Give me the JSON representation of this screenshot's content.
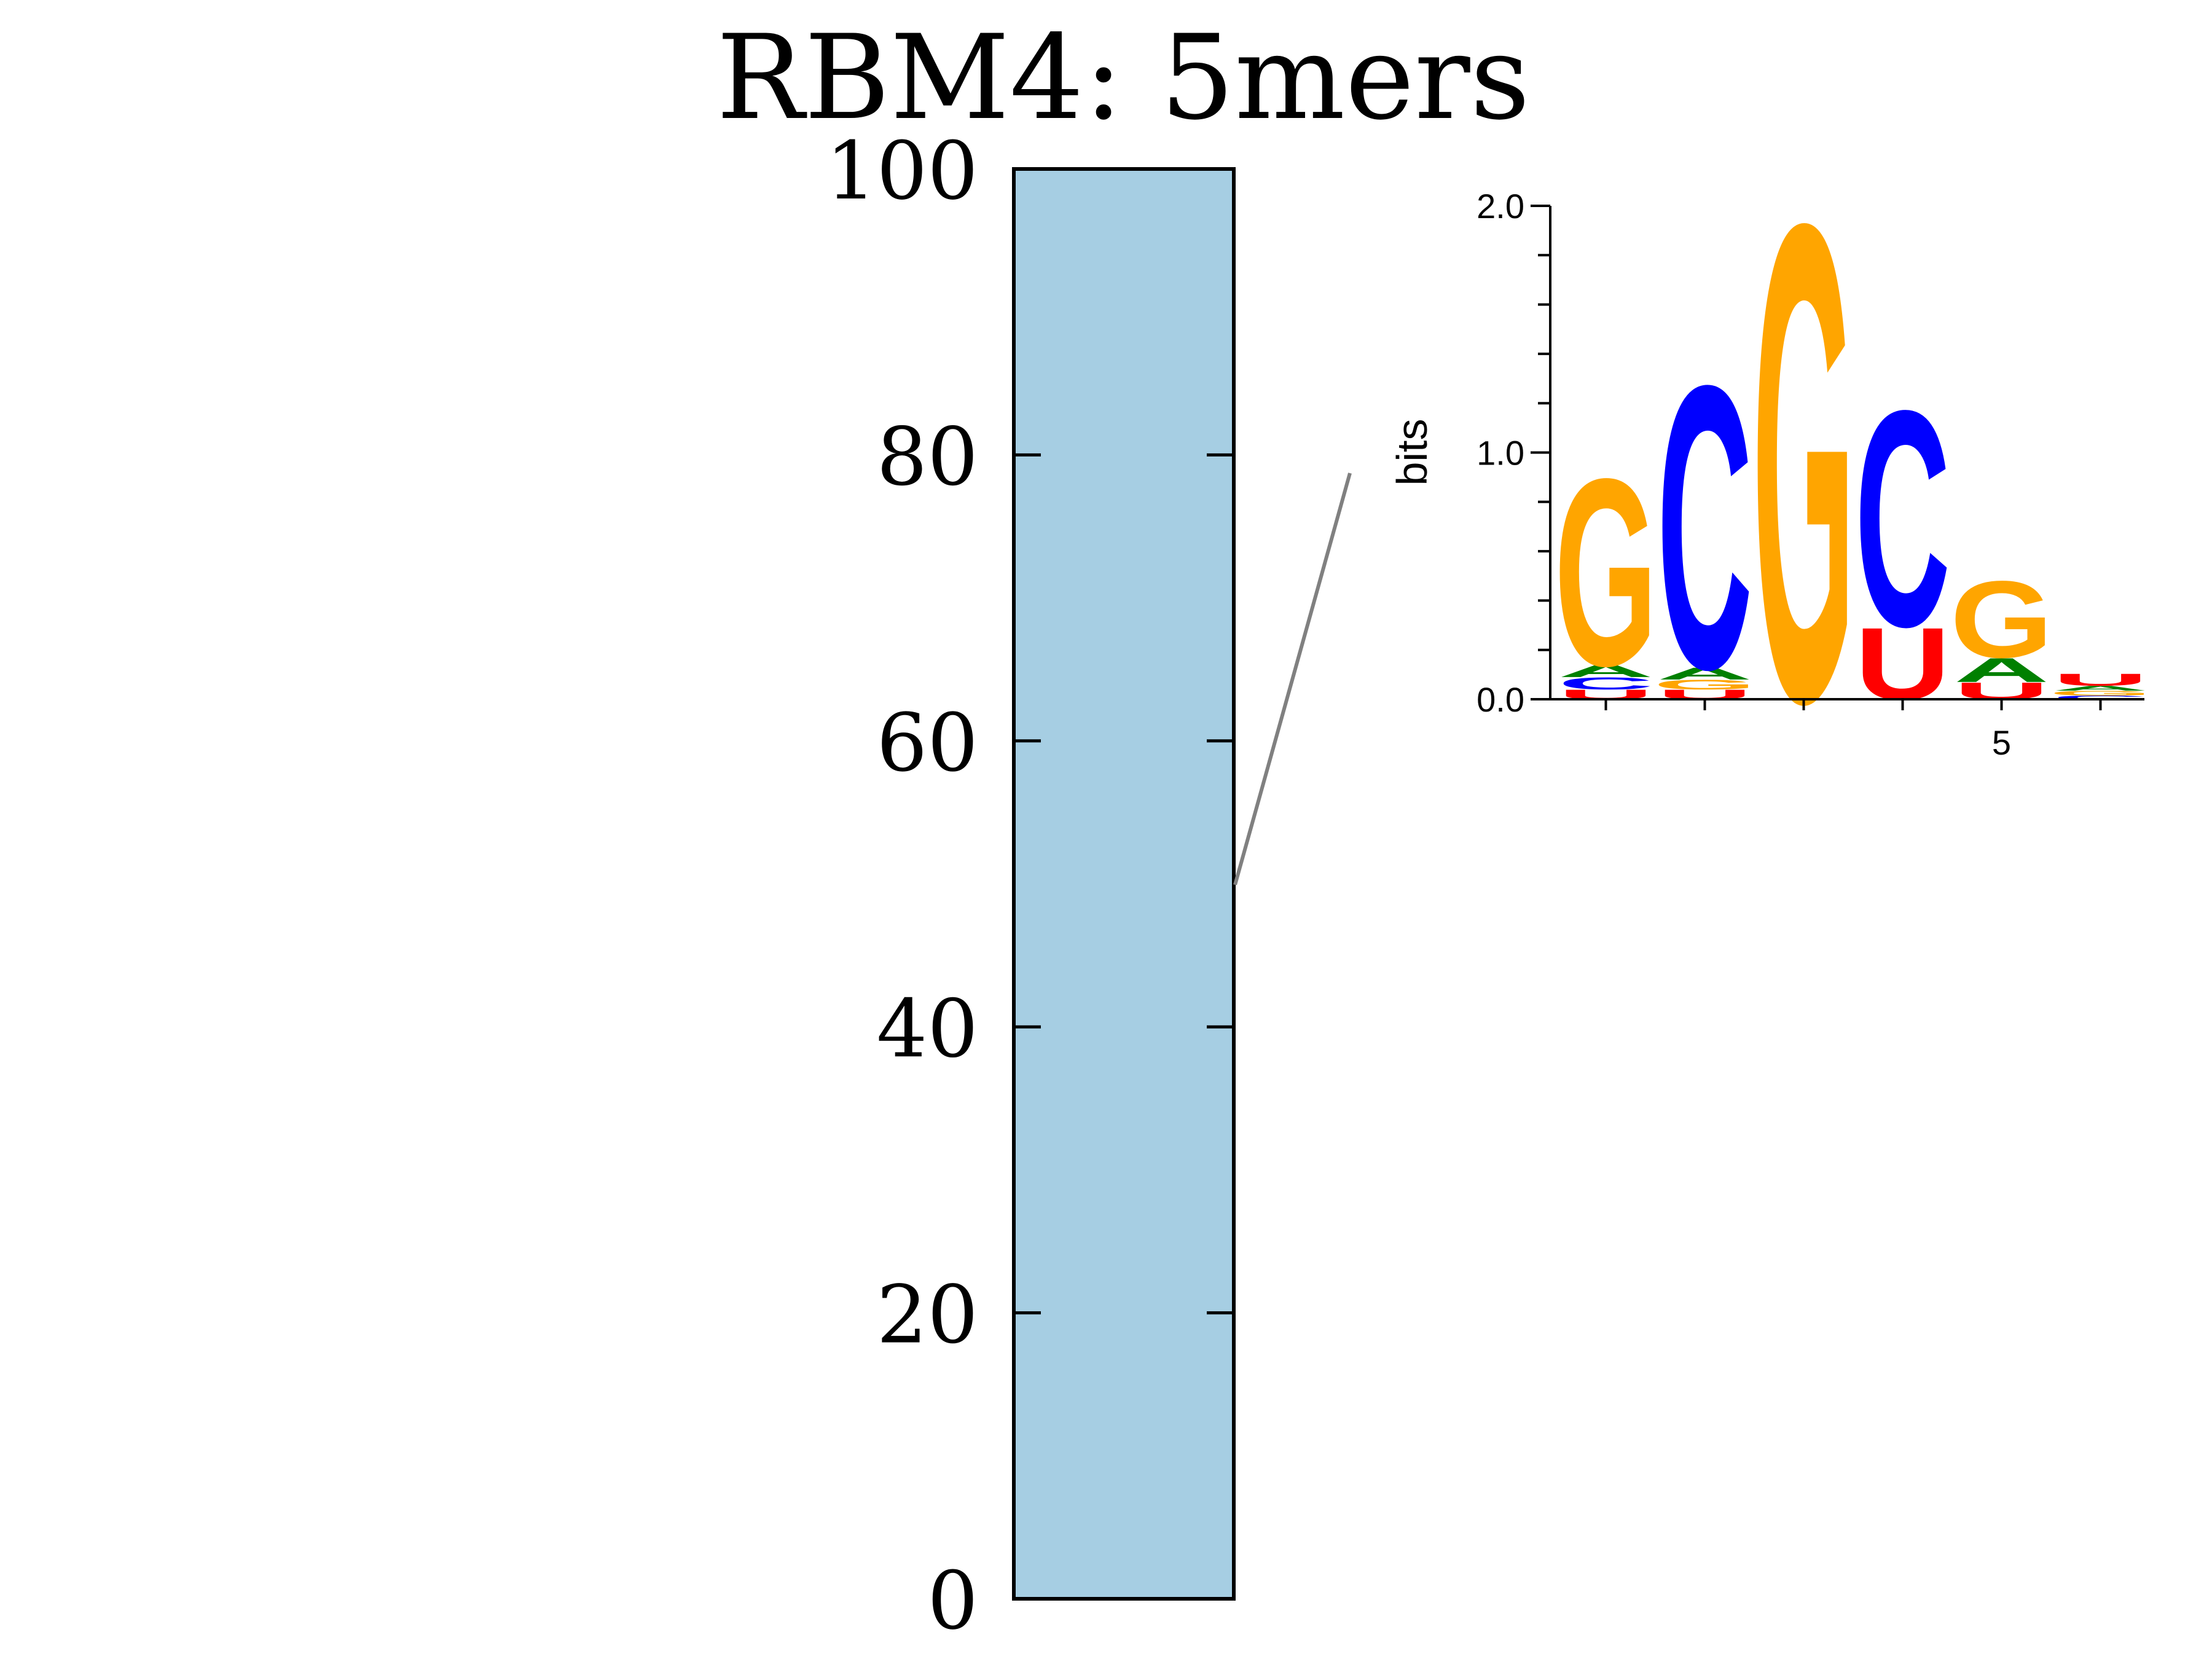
{
  "chart_data": {
    "type": "bar",
    "title": "RBM4: 5mers",
    "categories": [
      ""
    ],
    "values": [
      100
    ],
    "ylim": [
      0,
      100
    ],
    "yticks": [
      0,
      20,
      40,
      60,
      80,
      100
    ],
    "bar_color": "#a6cee3",
    "grid": false,
    "inset_logo": {
      "type": "sequence-logo",
      "ylabel": "bits",
      "ylim": [
        0,
        2.0
      ],
      "yticks": [
        "0.0",
        "1.0",
        "2.0"
      ],
      "xticks": [
        5
      ],
      "positions": 6,
      "colors": {
        "A": "#008000",
        "C": "#0000ff",
        "G": "#ffa500",
        "U": "#ff0000"
      },
      "stacks": [
        [
          {
            "letter": "U",
            "bits": 0.04
          },
          {
            "letter": "C",
            "bits": 0.05
          },
          {
            "letter": "A",
            "bits": 0.05
          },
          {
            "letter": "G",
            "bits": 0.78
          }
        ],
        [
          {
            "letter": "U",
            "bits": 0.04
          },
          {
            "letter": "G",
            "bits": 0.04
          },
          {
            "letter": "A",
            "bits": 0.05
          },
          {
            "letter": "C",
            "bits": 1.18
          }
        ],
        [
          {
            "letter": "G",
            "bits": 1.99
          }
        ],
        [
          {
            "letter": "U",
            "bits": 0.3
          },
          {
            "letter": "C",
            "bits": 0.9
          }
        ],
        [
          {
            "letter": "U",
            "bits": 0.07
          },
          {
            "letter": "A",
            "bits": 0.1
          },
          {
            "letter": "G",
            "bits": 0.32
          }
        ],
        [
          {
            "letter": "C",
            "bits": 0.015
          },
          {
            "letter": "G",
            "bits": 0.02
          },
          {
            "letter": "A",
            "bits": 0.02
          },
          {
            "letter": "U",
            "bits": 0.05
          }
        ]
      ]
    }
  }
}
